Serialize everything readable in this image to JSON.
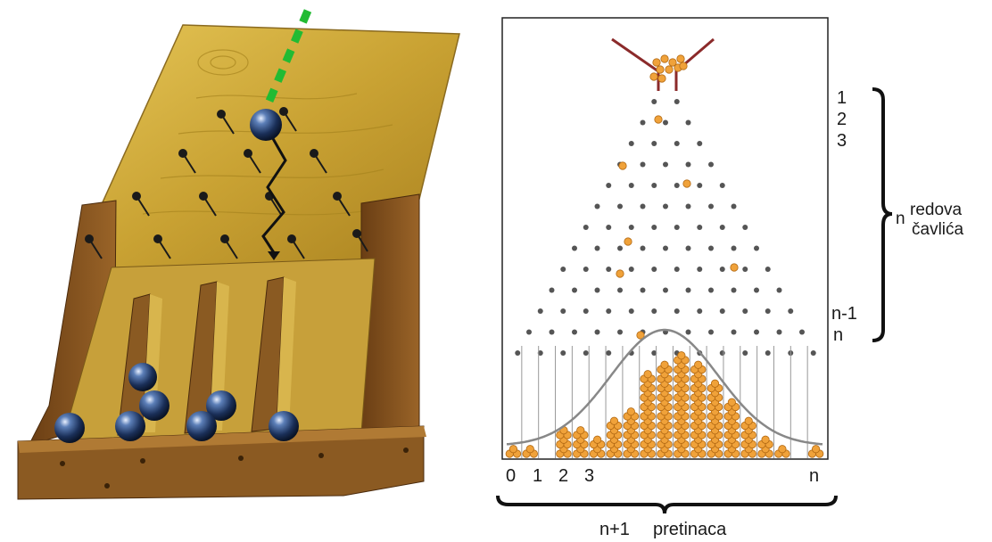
{
  "row_labels": {
    "r1": "1",
    "r2": "2",
    "r3": "3",
    "rn1": "n-1",
    "rn": "n"
  },
  "bracket_rows": {
    "n": "n",
    "redova": "redova",
    "cavlica": "čavlića"
  },
  "bin_labels": {
    "b0": "0",
    "b1": "1",
    "b2": "2",
    "b3": "3",
    "bn": "n"
  },
  "bottom_label": {
    "count": "n+1",
    "word": "pretinaca"
  },
  "colors": {
    "wood": "#c9a233",
    "wood_dark": "#7a4d1c",
    "ball": "#1f3b66",
    "peg": "#555555",
    "bead": "#f0a23a",
    "bead_stroke": "#b36a14",
    "curve": "#888888",
    "funnel": "#8b2a2a",
    "path_dash": "#22bb33"
  },
  "icons": {
    "board": "galton-board-illustration",
    "pegs": "peg-grid",
    "beads": "bead-icon"
  },
  "chart_data": {
    "type": "bar",
    "title": "",
    "xlabel": "",
    "ylabel": "",
    "bin_heights": [
      1,
      1,
      0,
      3,
      3,
      2,
      4,
      5,
      9,
      10,
      11,
      10,
      8,
      6,
      4,
      2,
      1,
      0,
      1
    ],
    "rows_of_pegs": 13,
    "curve": "normal"
  }
}
